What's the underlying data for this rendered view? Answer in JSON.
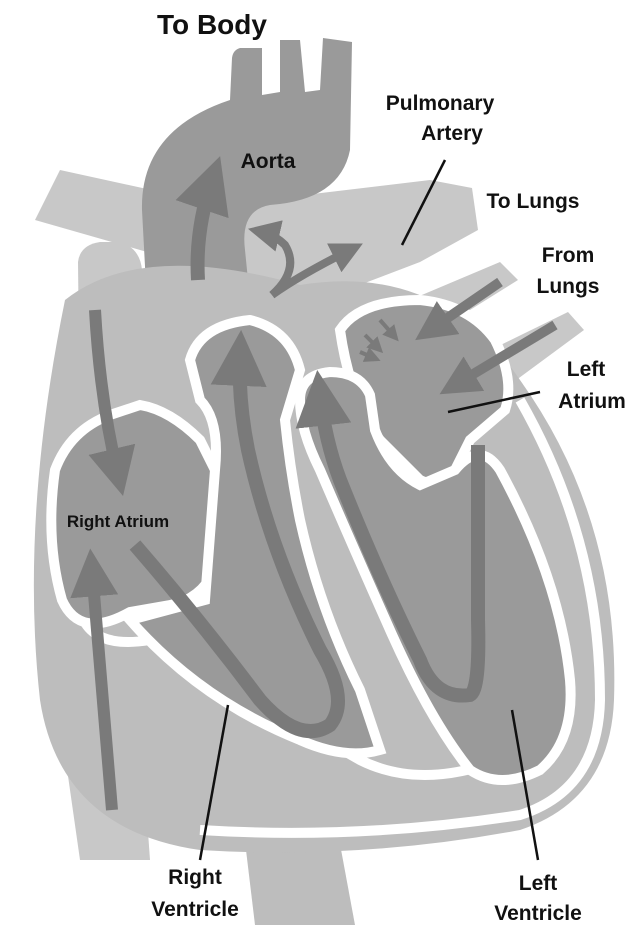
{
  "labels": {
    "to_body": "To Body",
    "aorta": "Aorta",
    "pulmonary_1": "Pulmonary",
    "pulmonary_2": "Artery",
    "to_lungs": "To Lungs",
    "from_lungs_1": "From",
    "from_lungs_2": "Lungs",
    "left_atrium_1": "Left",
    "left_atrium_2": "Atrium",
    "right_atrium": "Right Atrium",
    "right_ventricle_1": "Right",
    "right_ventricle_2": "Ventricle",
    "left_ventricle_1": "Left",
    "left_ventricle_2": "Ventricle"
  },
  "colors": {
    "background": "#ffffff",
    "light_vessel": "#c8c8c8",
    "heart_wall": "#bdbdbd",
    "chamber": "#9a9a9a",
    "flow_arrow": "#7a7a7a",
    "outline": "#ffffff",
    "text": "#111111"
  }
}
